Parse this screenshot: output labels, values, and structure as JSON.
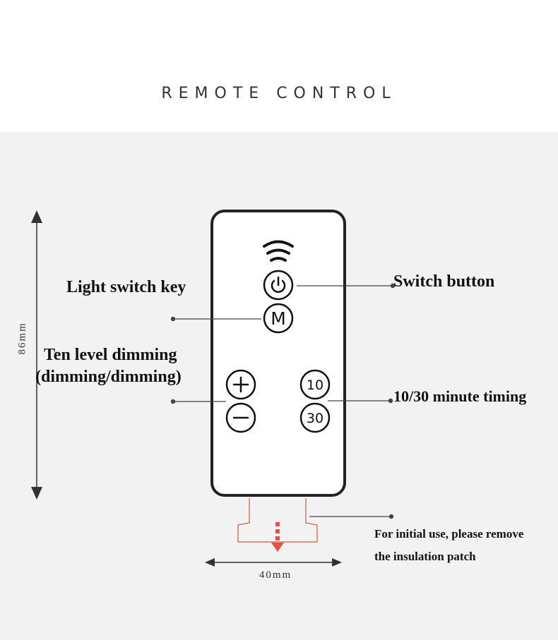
{
  "title": "REMOTE CONTROL",
  "labels": {
    "light_switch_key": "Light switch key",
    "switch_button": "Switch button",
    "dimming_line1": "Ten level dimming",
    "dimming_line2": "(dimming/dimming)",
    "timing": "10/30 minute timing",
    "insulation_line1": "For initial use, please remove",
    "insulation_line2": "the insulation patch"
  },
  "dimensions": {
    "height": "86mm",
    "width": "40mm"
  },
  "remote_buttons": {
    "mode": "M",
    "timer_10": "10",
    "timer_30": "30"
  },
  "icons": [
    "wireless-signal-icon",
    "power-icon",
    "plus-icon",
    "minus-icon",
    "arrow-down-icon"
  ],
  "colors": {
    "panel_bg": "#f2f2f2",
    "outline": "#222222",
    "tab_red": "#e0533f"
  }
}
